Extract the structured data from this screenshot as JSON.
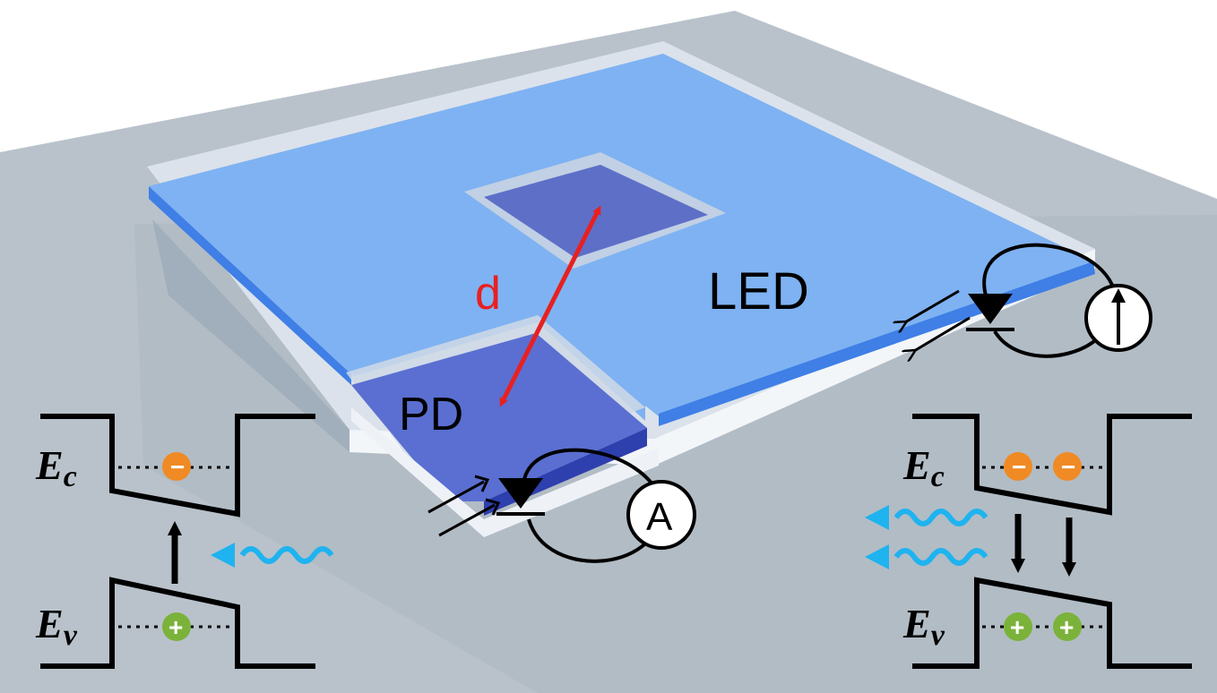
{
  "labels": {
    "led": "LED",
    "pd": "PD",
    "distance": "d",
    "ammeter": "A"
  },
  "band_left": {
    "ec_main": "E",
    "ec_sub": "c",
    "ev_main": "E",
    "ev_sub": "v",
    "electron_sign": "−",
    "hole_sign": "+"
  },
  "band_right": {
    "ec_main": "E",
    "ec_sub": "c",
    "ev_main": "E",
    "ev_sub": "v",
    "electron_sign": "−",
    "hole_sign": "+"
  },
  "colors": {
    "background": "#ffffff",
    "substrate": "#b9c2cb",
    "led_layer": "#7fb2f2",
    "led_edge": "#3f7fe6",
    "pd_layer": "#5a6fd1",
    "pd_edge": "#2e3fae",
    "distance_arrow": "#e82020",
    "photon": "#1fb3ef",
    "electron": "#f08a24",
    "hole": "#7bb23a",
    "band_line": "#000000"
  }
}
